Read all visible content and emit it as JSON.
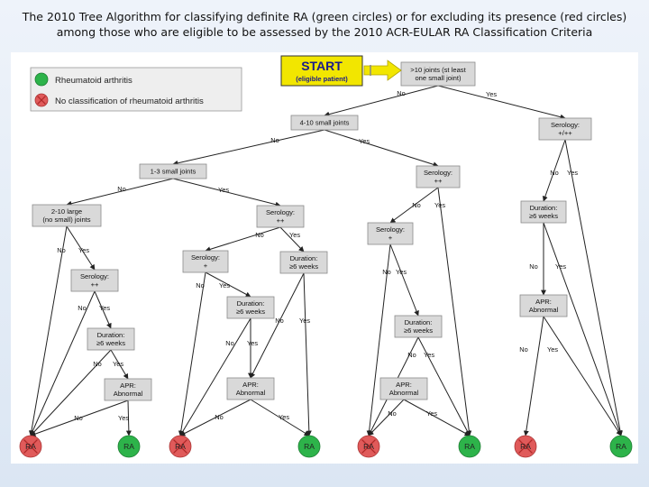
{
  "title": {
    "line1": "The 2010 Tree Algorithm for classifying definite RA (green circles) or for excluding its presence (red circles)",
    "line2": "among those who are eligible to be assessed by the 2010 ACR-EULAR RA Classification Criteria"
  },
  "legend": {
    "ra_label": "Rheumatoid arthritis",
    "no_ra_label": "No classification of rheumatoid arthritis"
  },
  "start": {
    "label": "START",
    "sub": "(eligible patient)"
  },
  "colors": {
    "green": "#2db34a",
    "red": "#e05a5a",
    "box": "#d9d9d9",
    "start_fill": "#f2e600",
    "arrow": "#f2e600"
  },
  "nodes": {
    "n1": [
      ">10 joints (st least",
      "one small joint)"
    ],
    "n2": [
      "4-10 small joints"
    ],
    "n3": [
      "Serology:",
      "+/++"
    ],
    "n4": [
      "1-3 small joints"
    ],
    "n5": [
      "Serology:",
      "++"
    ],
    "n6": [
      "Duration:",
      "≥6 weeks"
    ],
    "n7": [
      "2-10 large",
      "(no small) joints"
    ],
    "n8": [
      "Serology:",
      "++"
    ],
    "n9": [
      "Serology:",
      "+"
    ],
    "n10": [
      "APR:",
      "Abnormal"
    ],
    "n11": [
      "Serology:",
      "++"
    ],
    "n12": [
      "Serology:",
      "+"
    ],
    "n13": [
      "Duration:",
      "≥6 weeks"
    ],
    "n14": [
      "Duration:",
      "≥6 weeks"
    ],
    "n15": [
      "Duration:",
      "≥6 weeks"
    ],
    "n16": [
      "Duration:",
      "≥6 weeks"
    ],
    "n17": [
      "APR:",
      "Abnormal"
    ],
    "n18": [
      "APR:",
      "Abnormal"
    ],
    "n19": [
      "APR:",
      "Abnormal"
    ]
  },
  "labels": {
    "yes": "Yes",
    "no": "No",
    "ra": "RA"
  }
}
